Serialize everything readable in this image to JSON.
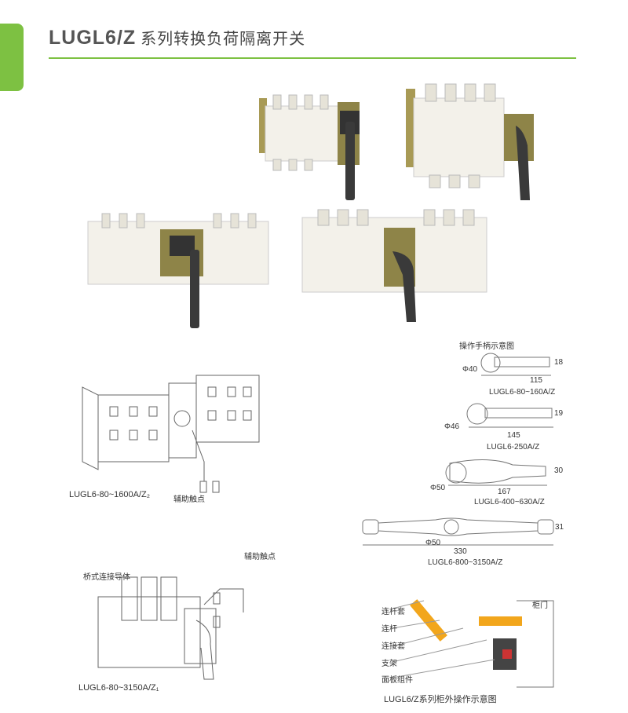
{
  "header": {
    "model": "LUGL6/Z",
    "subtitle": "系列转换负荷隔离开关"
  },
  "diagrams": {
    "handle_title": "操作手柄示意图",
    "handle1": {
      "diameter": "Φ40",
      "length": "115",
      "height": "18",
      "model": "LUGL6-80~160A/Z"
    },
    "handle2": {
      "diameter": "Φ46",
      "length": "145",
      "height": "19",
      "model": "LUGL6-250A/Z"
    },
    "handle3": {
      "diameter": "Φ50",
      "length": "167",
      "height": "30",
      "model": "LUGL6-400~630A/Z"
    },
    "handle4": {
      "diameter": "Φ50",
      "length": "330",
      "height": "31",
      "model": "LUGL6-800~3150A/Z"
    },
    "assembly1": {
      "model": "LUGL6-80~1600A/Z₂",
      "aux_contact": "辅助触点"
    },
    "assembly2": {
      "model": "LUGL6-80~3150A/Z₁",
      "aux_contact": "辅助触点",
      "bridge": "桥式连接导体"
    },
    "cabinet": {
      "title": "LUGL6/Z系列柜外操作示意图",
      "door": "柜门",
      "rod_sleeve": "连杆套",
      "rod": "连杆",
      "connector": "连接套",
      "bracket": "支架",
      "panel": "面板组件"
    }
  },
  "colors": {
    "accent": "#7dc142",
    "handle": "#3a3a3a",
    "body": "#f3f1ea",
    "bracket": "#a89a55"
  }
}
